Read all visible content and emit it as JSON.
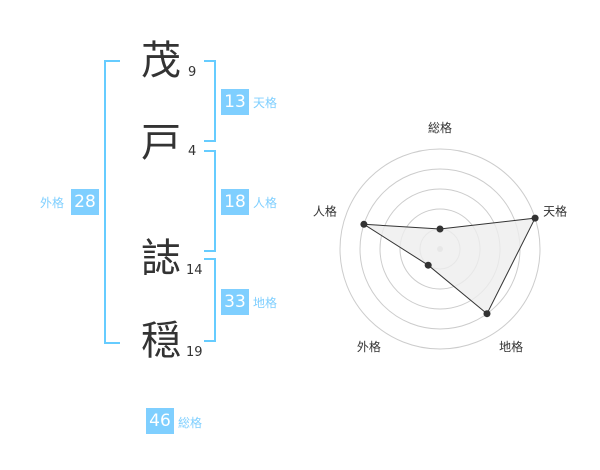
{
  "name": {
    "chars": [
      {
        "char": "茂",
        "strokes": "9"
      },
      {
        "char": "戸",
        "strokes": "4"
      },
      {
        "char": "誌",
        "strokes": "14"
      },
      {
        "char": "穏",
        "strokes": "19"
      }
    ]
  },
  "kakusu": {
    "tenkaku": {
      "value": "13",
      "label": "天格"
    },
    "jinkaku": {
      "value": "18",
      "label": "人格"
    },
    "chikaku": {
      "value": "33",
      "label": "地格"
    },
    "gaikaku": {
      "value": "28",
      "label": "外格"
    },
    "soukaku": {
      "value": "46",
      "label": "総格"
    }
  },
  "colors": {
    "accent": "#66ccff",
    "badge_bg": "#7fcfff",
    "label_text": "#7fcfff",
    "radar_fill": "#eeeeee",
    "radar_line": "#333333",
    "grid": "#cccccc"
  },
  "chart_data": {
    "type": "radar",
    "axes": [
      "総格",
      "天格",
      "地格",
      "外格",
      "人格"
    ],
    "scale": [
      0,
      5
    ],
    "rings": 5,
    "values": [
      1,
      5,
      4,
      1,
      4
    ]
  }
}
